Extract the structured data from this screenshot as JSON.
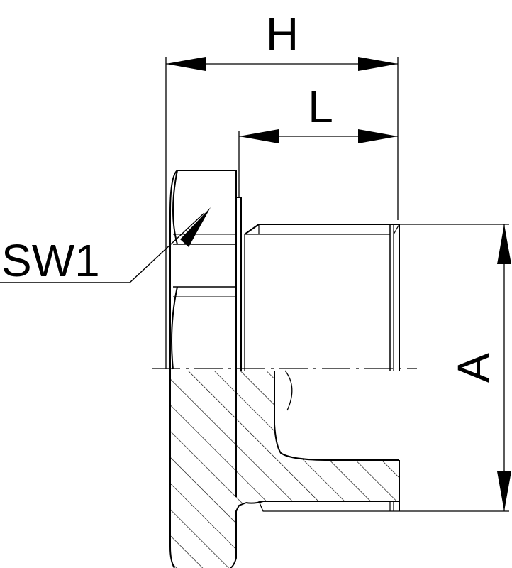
{
  "drawing": {
    "labels": {
      "H": "H",
      "L": "L",
      "SW1": "SW1",
      "A": "A"
    },
    "colors": {
      "line": "#000000",
      "background": "#ffffff"
    }
  }
}
